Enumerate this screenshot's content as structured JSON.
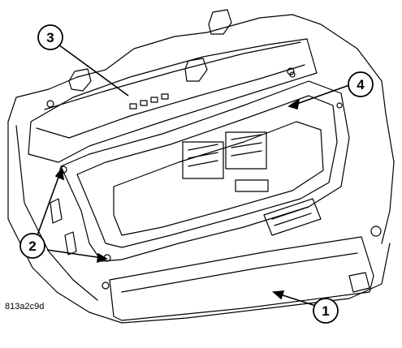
{
  "figure": {
    "id": "813a2c9d"
  },
  "callouts": [
    {
      "number": "1"
    },
    {
      "number": "2"
    },
    {
      "number": "3"
    },
    {
      "number": "4"
    }
  ]
}
